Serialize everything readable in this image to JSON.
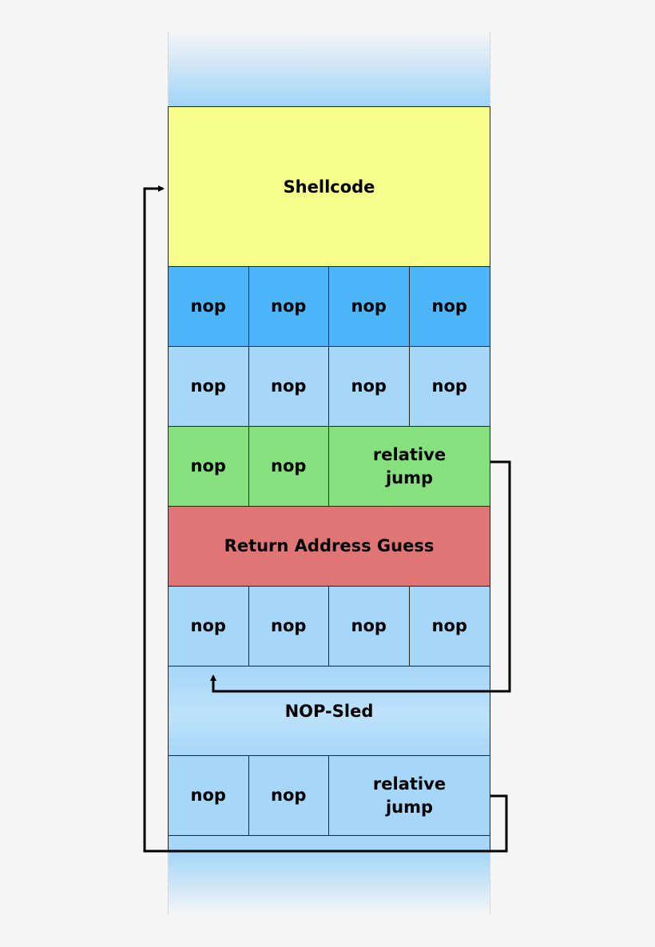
{
  "shellcode_label": "Shellcode",
  "nop_rows_top": [
    [
      "nop",
      "nop",
      "nop",
      "nop"
    ],
    [
      "nop",
      "nop",
      "nop",
      "nop"
    ]
  ],
  "jump_row_top": {
    "nop_1": "nop",
    "nop_2": "nop",
    "jump_line1": "relative",
    "jump_line2": "jump"
  },
  "return_address_label": "Return Address Guess",
  "nop_row_bottom": [
    "nop",
    "nop",
    "nop",
    "nop"
  ],
  "nop_sled_label": "NOP-Sled",
  "jump_row_bottom": {
    "nop_1": "nop",
    "nop_2": "nop",
    "jump_line1": "relative",
    "jump_line2": "jump"
  },
  "colors": {
    "shellcode": "#f7fd8b",
    "nop_dark": "#4db6fa",
    "nop_light": "#a6d6f8",
    "jump_green": "#86e07d",
    "return_red": "#e07575"
  }
}
